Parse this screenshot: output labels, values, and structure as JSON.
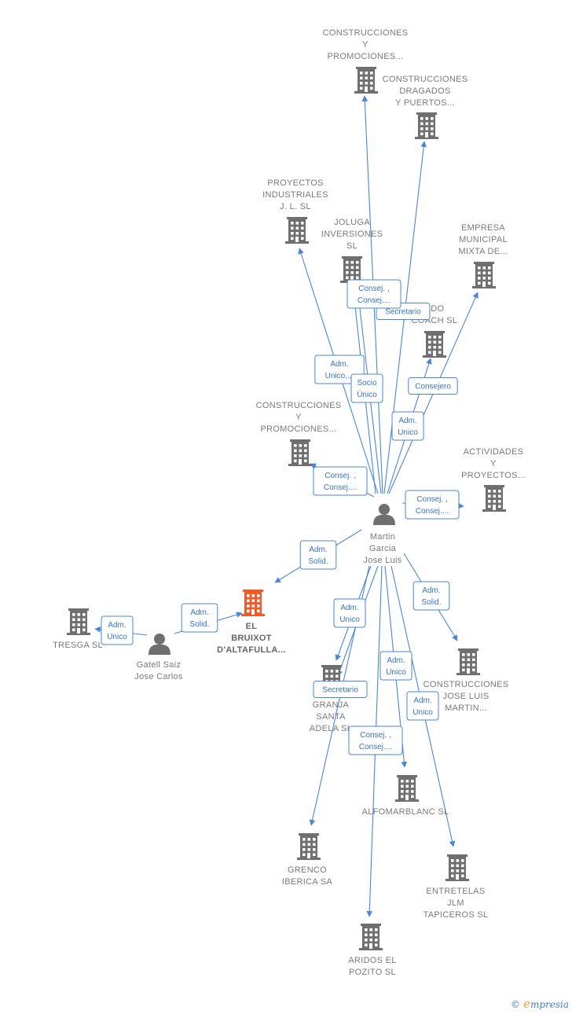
{
  "nodes": [
    {
      "id": "cp1",
      "type": "company",
      "lines": [
        "CONSTRUCCIONES",
        "Y",
        "PROMOCIONES..."
      ]
    },
    {
      "id": "cdp",
      "type": "company",
      "lines": [
        "CONSTRUCCIONES",
        "DRAGADOS",
        "Y PUERTOS..."
      ]
    },
    {
      "id": "pij",
      "type": "company",
      "lines": [
        "PROYECTOS",
        "INDUSTRIALES",
        "J. L.  SL"
      ]
    },
    {
      "id": "jol",
      "type": "company",
      "lines": [
        "JOLUGA",
        "INVERSIONES",
        "SL"
      ]
    },
    {
      "id": "emm",
      "type": "company",
      "lines": [
        "EMPRESA",
        "MUNICIPAL",
        "MIXTA DE..."
      ]
    },
    {
      "id": "coa",
      "type": "company",
      "lines": [
        "ADO",
        "COACH  SL"
      ]
    },
    {
      "id": "cp2",
      "type": "company",
      "lines": [
        "CONSTRUCCIONES",
        "Y",
        "PROMOCIONES..."
      ]
    },
    {
      "id": "act",
      "type": "company",
      "lines": [
        "ACTIVIDADES",
        "Y",
        "PROYECTOS..."
      ]
    },
    {
      "id": "mgj",
      "type": "person",
      "lines": [
        "Martin",
        "Garcia",
        "Jose Luis"
      ]
    },
    {
      "id": "ebx",
      "type": "focus",
      "lines": [
        "EL",
        "BRUIXOT",
        "D'ALTAFULLA..."
      ]
    },
    {
      "id": "tre",
      "type": "company",
      "lines": [
        "TRESGA SL"
      ]
    },
    {
      "id": "gsj",
      "type": "person",
      "lines": [
        "Gatell Saiz",
        "Jose Carlos"
      ]
    },
    {
      "id": "gra",
      "type": "company",
      "lines": [
        "GRANJA",
        "SANTA",
        "ADELA  SL"
      ]
    },
    {
      "id": "cjl",
      "type": "company",
      "lines": [
        "CONSTRUCCIONES",
        "JOSE LUIS",
        "MARTIN..."
      ]
    },
    {
      "id": "alf",
      "type": "company",
      "lines": [
        "ALFOMARBLANC SL"
      ]
    },
    {
      "id": "gre",
      "type": "company",
      "lines": [
        "GRENCO",
        "IBERICA SA"
      ]
    },
    {
      "id": "ent",
      "type": "company",
      "lines": [
        "ENTRETELAS",
        "JLM",
        "TAPICEROS  SL"
      ]
    },
    {
      "id": "ari",
      "type": "company",
      "lines": [
        "ARIDOS EL",
        "POZITO SL"
      ]
    }
  ],
  "edges": [
    {
      "from": "mgj",
      "to": "cp1",
      "label": []
    },
    {
      "from": "mgj",
      "to": "cdp",
      "label": [
        "Secretario"
      ]
    },
    {
      "from": "mgj",
      "to": "pij",
      "label": [
        "Adm.",
        "Unico,..."
      ]
    },
    {
      "from": "mgj",
      "to": "jol",
      "label": [
        "Consej. ,",
        "Consej...."
      ]
    },
    {
      "from": "mgj",
      "to": "jol",
      "label": [
        "Socio",
        "Único"
      ]
    },
    {
      "from": "mgj",
      "to": "emm",
      "label": [
        "Consejero"
      ]
    },
    {
      "from": "mgj",
      "to": "coa",
      "label": [
        "Adm.",
        "Unico"
      ]
    },
    {
      "from": "mgj",
      "to": "cp2",
      "label": [
        "Consej. ,",
        "Consej...."
      ]
    },
    {
      "from": "mgj",
      "to": "act",
      "label": [
        "Consej. ,",
        "Consej...."
      ]
    },
    {
      "from": "mgj",
      "to": "ebx",
      "label": [
        "Adm.",
        "Solid."
      ]
    },
    {
      "from": "gsj",
      "to": "ebx",
      "label": [
        "Adm.",
        "Solid."
      ]
    },
    {
      "from": "gsj",
      "to": "tre",
      "label": [
        "Adm.",
        "Unico"
      ]
    },
    {
      "from": "mgj",
      "to": "gra",
      "label": [
        "Adm.",
        "Unico"
      ]
    },
    {
      "from": "mgj",
      "to": "gra",
      "label": [
        "Secretario"
      ]
    },
    {
      "from": "mgj",
      "to": "cjl",
      "label": [
        "Adm.",
        "Solid."
      ]
    },
    {
      "from": "mgj",
      "to": "alf",
      "label": [
        "Adm.",
        "Unico"
      ]
    },
    {
      "from": "mgj",
      "to": "ent",
      "label": [
        "Adm.",
        "Unico"
      ]
    },
    {
      "from": "mgj",
      "to": "gre",
      "label": []
    },
    {
      "from": "mgj",
      "to": "ari",
      "label": [
        "Consej. ,",
        "Consej...."
      ]
    }
  ],
  "colors": {
    "edge": "#4a86d8",
    "company": "#6f6f6f",
    "focus": "#f05a28",
    "person": "#6f6f6f",
    "label": "#7a7a7a"
  },
  "footer": {
    "copyright": "©",
    "brand_initial": "e",
    "brand_rest": "mpresia"
  }
}
